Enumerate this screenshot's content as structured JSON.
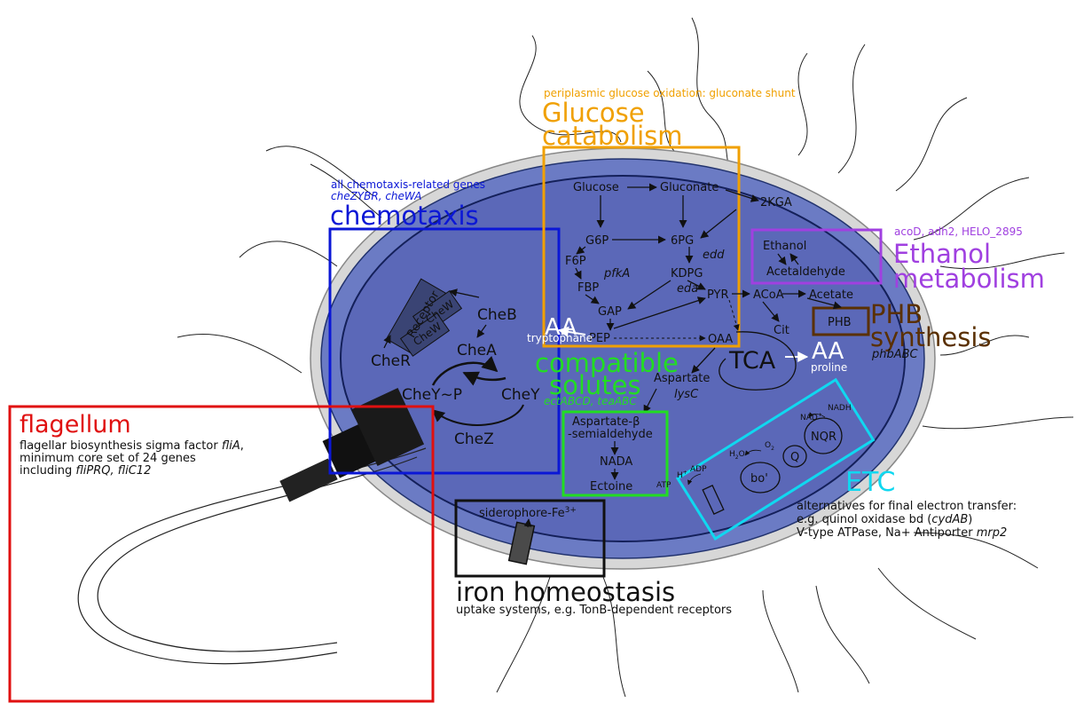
{
  "colors": {
    "cell_fill": "#5b6fbf",
    "cell_inner": "#5766b8",
    "membrane": "#d8d8d8",
    "chemotaxis": "#0b17d6",
    "glucose": "#f0a000",
    "ethanol": "#a040e0",
    "phb": "#5a3000",
    "compatible": "#22dd22",
    "etc": "#10d8f0",
    "flagellum": "#e01010",
    "iron": "#111111"
  },
  "glucose": {
    "subtitle": "periplasmic glucose oxidation: gluconate shunt",
    "title_line1": "Glucose",
    "title_line2": "catabolism"
  },
  "chemotaxis": {
    "genes_line1": "all chemotaxis-related genes",
    "genes_line2": "cheZYBR, cheWA",
    "title": "chemotaxis",
    "nodes": {
      "receptor": "Receptor",
      "chew1": "CheW",
      "chew2": "CheW",
      "cheb": "CheB",
      "chea": "CheA",
      "cher": "CheR",
      "cheyp": "CheY~P",
      "chey": "CheY",
      "chez": "CheZ"
    }
  },
  "pathway": {
    "glucose": "Glucose",
    "gluconate": "Gluconate",
    "kga": "2KGA",
    "g6p": "G6P",
    "pg6": "6PG",
    "edd": "edd",
    "f6p": "F6P",
    "pfka": "pfkA",
    "fbp": "FBP",
    "kdpg": "KDPG",
    "eda": "eda",
    "gap": "GAP",
    "pyr": "PYR",
    "acoa": "ACoA",
    "acetate": "Acetate",
    "pep": "PEP",
    "oaa": "OAA",
    "cit": "Cit",
    "tca": "TCA",
    "aa_left": "AA",
    "tryptophane": "tryptophane",
    "aa_right": "AA",
    "proline": "proline",
    "aspartate": "Aspartate",
    "lysc": "lysC"
  },
  "ethanol": {
    "genes": "acoD, adh2, HELO_2895",
    "title_line1": "Ethanol",
    "title_line2": "metabolism",
    "ethanol": "Ethanol",
    "acetaldehyde": "Acetaldehyde"
  },
  "phb": {
    "box": "PHB",
    "title_line1": "PHB",
    "title_line2": "synthesis",
    "genes": "phbABC"
  },
  "compatible": {
    "title_line1": "compatible",
    "title_line2": "solutes",
    "genes": "ectABCD, teaABC",
    "asp_semi_line1": "Aspartate-β",
    "asp_semi_line2": "-semialdehyde",
    "nada": "NADA",
    "ectoine": "Ectoine"
  },
  "etc": {
    "title": "ETC",
    "desc_line1": "alternatives for final electron transfer:",
    "desc_line2a": "e.g. quinol oxidase bd (",
    "desc_line2b": "cydAB",
    "desc_line2c": ")",
    "desc_line3a": "V-type ATPase, Na+ Antiporter ",
    "desc_line3b": "mrp2",
    "nadh": "NADH",
    "nad": "NAD",
    "nqr": "NQR",
    "q": "Q",
    "bo": "bo'",
    "o2": "O",
    "h2o": "H",
    "adp": "ADP",
    "hplus": "H",
    "atp": "ATP"
  },
  "flagellum": {
    "title": "flagellum",
    "desc_line1a": "flagellar biosynthesis sigma factor ",
    "desc_line1b": "fliA",
    "desc_line1c": ",",
    "desc_line2": "minimum core set of 24 genes",
    "desc_line3a": "including ",
    "desc_line3b": "fliPRQ, fliC12"
  },
  "iron": {
    "siderophore": "siderophore-Fe",
    "siderophore_sup": "3+",
    "title": "iron homeostasis",
    "desc": "uptake systems, e.g. TonB-dependent receptors"
  }
}
